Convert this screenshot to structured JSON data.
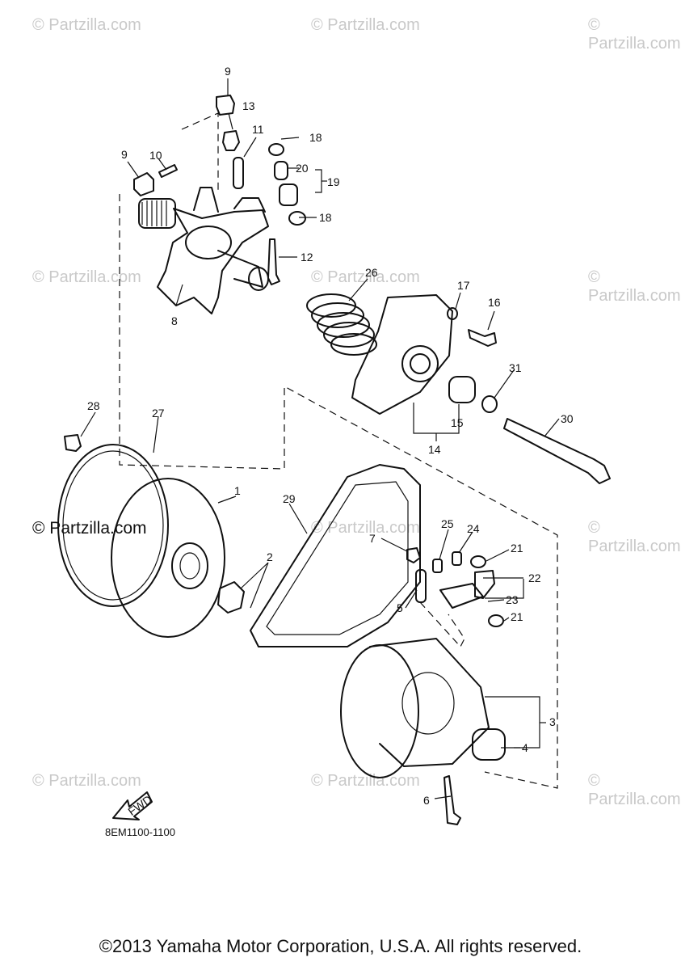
{
  "watermark": "© Partzilla.com",
  "diagram_code": "8EM1100-1100",
  "fwd_label": "FWD",
  "copyright": "©2013 Yamaha Motor Corporation, U.S.A. All rights reserved.",
  "callouts": [
    "1",
    "2",
    "3",
    "4",
    "5",
    "6",
    "7",
    "8",
    "9",
    "9",
    "10",
    "11",
    "12",
    "13",
    "14",
    "15",
    "16",
    "17",
    "18",
    "18",
    "19",
    "20",
    "21",
    "21",
    "22",
    "23",
    "24",
    "25",
    "26",
    "27",
    "28",
    "29",
    "30",
    "31"
  ]
}
